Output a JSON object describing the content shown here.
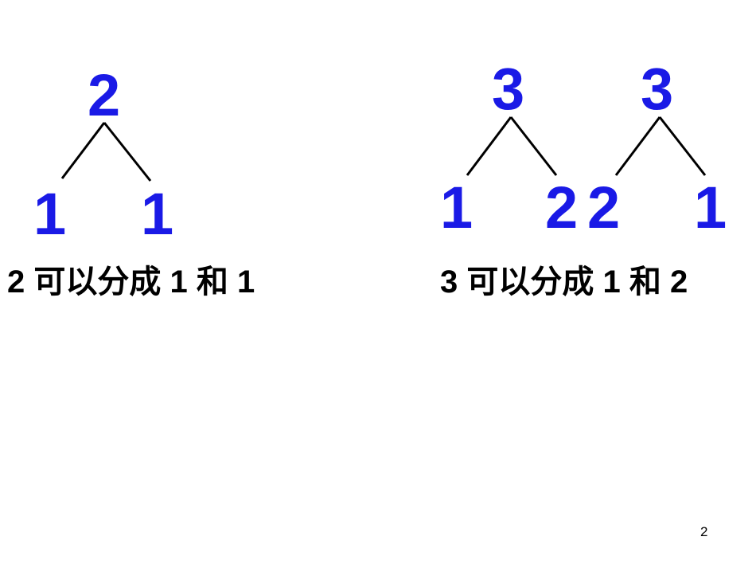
{
  "colors": {
    "number": "#1a1ae6",
    "text": "#000000",
    "line": "#000000"
  },
  "tree1": {
    "top": "2",
    "left": "1",
    "right": "1",
    "caption": "2 可以分成 1 和 1"
  },
  "tree2": {
    "top": "3",
    "left": "1",
    "right": "2",
    "caption": "3 可以分成 1 和 2"
  },
  "tree3": {
    "top": "3",
    "left": "2",
    "right": "1"
  },
  "page_number": "2"
}
